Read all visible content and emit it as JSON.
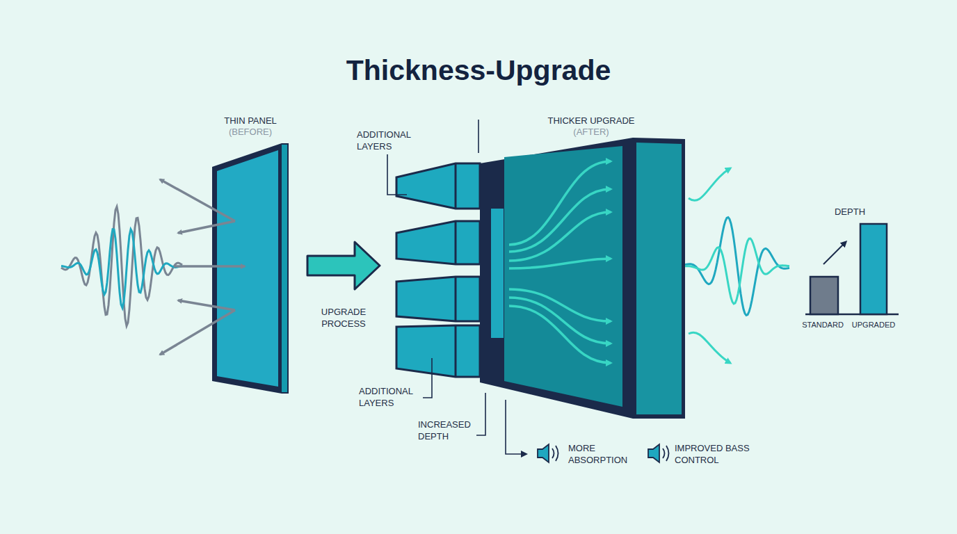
{
  "diagram": {
    "title": "Thickness-Upgrade",
    "nodes": [
      {
        "text": [
          "THIN PANEL",
          "(BEFORE)"
        ]
      },
      {
        "text": [
          "THICKER UPGRADE",
          "(AFTER)"
        ]
      }
    ],
    "edges": [
      {
        "from": 0,
        "to": 1,
        "label": "UPGRADE PROCESS",
        "arrow": "to"
      }
    ],
    "labels": [
      "ADDITIONAL LAYERS",
      "ADDITIONAL LAYERS",
      "INCREASED DEPTH",
      "MORE ABSORPTION",
      "IMPROVED BASS CONTROL",
      "DEPTH",
      "STANDARD",
      "UPGRADED"
    ]
  }
}
